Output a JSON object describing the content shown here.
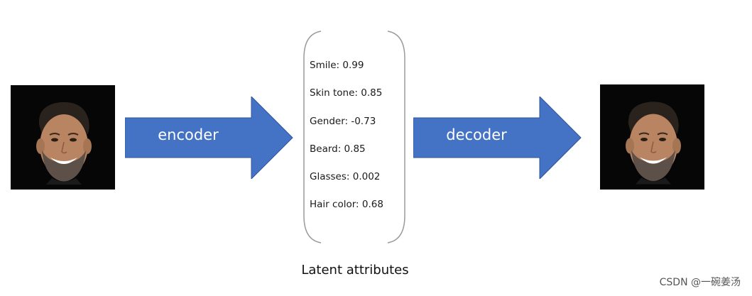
{
  "diagram": {
    "input_image": {
      "icon": "face-photo"
    },
    "encoder": {
      "label": "encoder"
    },
    "latent": {
      "attributes": [
        {
          "text": "Smile: 0.99"
        },
        {
          "text": "Skin tone: 0.85"
        },
        {
          "text": "Gender: -0.73"
        },
        {
          "text": "Beard: 0.85"
        },
        {
          "text": "Glasses: 0.002"
        },
        {
          "text": "Hair color: 0.68"
        }
      ],
      "caption": "Latent attributes"
    },
    "decoder": {
      "label": "decoder"
    },
    "output_image": {
      "icon": "face-photo"
    }
  },
  "watermark": "CSDN @一碗姜汤",
  "colors": {
    "arrow_fill": "#4472c4",
    "arrow_stroke": "#2f5597",
    "face_background": "#060606",
    "bracket": "#9a9a9a"
  }
}
